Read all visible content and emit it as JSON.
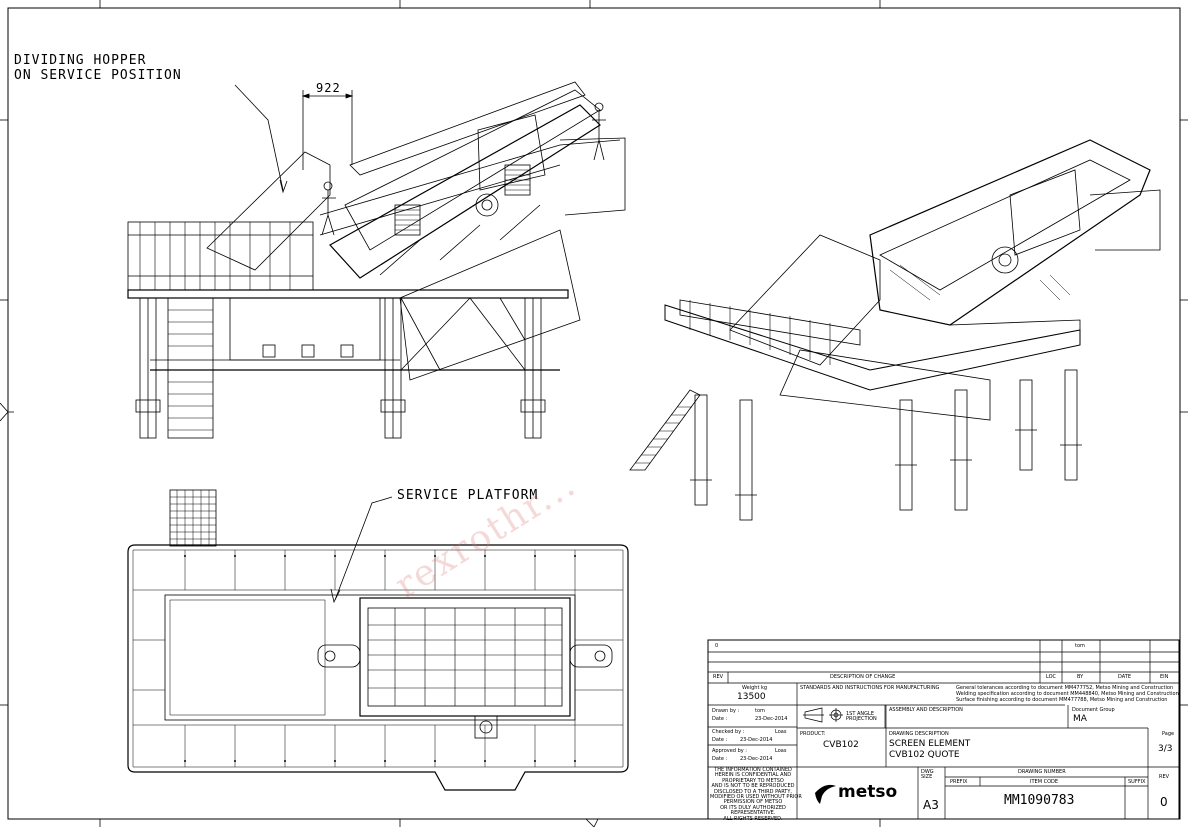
{
  "drawing": {
    "labels": {
      "dividing_hopper_line1": "DIVIDING HOPPER",
      "dividing_hopper_line2": "ON SERVICE POSITION",
      "dimension_922": "922",
      "service_platform": "SERVICE PLATFORM"
    },
    "watermark": "rexrothr..."
  },
  "title_block": {
    "top_row_value": "0",
    "top_row_tom": "tom",
    "header": {
      "rev": "REV",
      "description_of_change": "DESCRIPTION OF CHANGE",
      "loc": "LOC",
      "by": "BY",
      "date": "DATE",
      "ein": "EIN"
    },
    "weight_label": "Weight kg",
    "weight_value": "13500",
    "standards_text": "STANDARDS AND INSTRUCTIONS FOR MANUFACTURING",
    "tolerances_text_1": "General tolerances according to document MM477752, Metso Mining and Construction",
    "tolerances_text_2": "Welding specification according to document MM448840, Metso Mining and Construction",
    "tolerances_text_3": "Surface finishing according to document MM477788, Metso Mining and Construction",
    "drawn_by_label": "Drawn by :",
    "drawn_by_value": "tom",
    "drawn_date_label": "Date :",
    "drawn_date_value": "23-Dec-2014",
    "checked_by_label": "Checked by :",
    "checked_by_value": "Loas",
    "checked_date_label": "Date :",
    "checked_date_value": "23-Dec-2014",
    "approved_by_label": "Approved by :",
    "approved_by_value": "Loas",
    "approved_date_label": "Date :",
    "approved_date_value": "23-Dec-2014",
    "projection": "1ST ANGLE PROJECTION",
    "assembly_label": "ASSEMBLY AND DESCRIPTION",
    "document_group_label": "Document Group",
    "document_group_value": "MA",
    "product_label": "PRODUCT:",
    "product_value": "CVB102",
    "drawing_description_label": "DRAWING DESCRIPTION",
    "drawing_description_line1": "SCREEN ELEMENT",
    "drawing_description_line2": "CVB102 QUOTE",
    "page_label": "Page",
    "page_value": "3/3",
    "confidential": "THE INFORMATION CONTAINED\nHEREIN IS CONFIDENTIAL AND\nPROPRIETARY TO METSO\nAND IS NOT TO BE REPRODUCED\nDISCLOSED TO A THIRD PARTY,\nMODIFIED OR USED WITHOUT PRIOR\nPERMISSION OF METSO\nOR ITS DULY AUTHORIZED\nREPRESENTATIVE.\nALL RIGHTS RESERVED.",
    "logo_text": "metso",
    "dwg_size_label": "DWG SIZE",
    "dwg_size_value": "A3",
    "drawing_number_label": "DRAWING NUMBER",
    "prefix_label": "PREFIX",
    "item_code_label": "ITEM CODE",
    "suffix_label": "SUFFIX",
    "drawing_number_value": "MM1090783",
    "rev_label": "REV",
    "rev_value": "0"
  }
}
